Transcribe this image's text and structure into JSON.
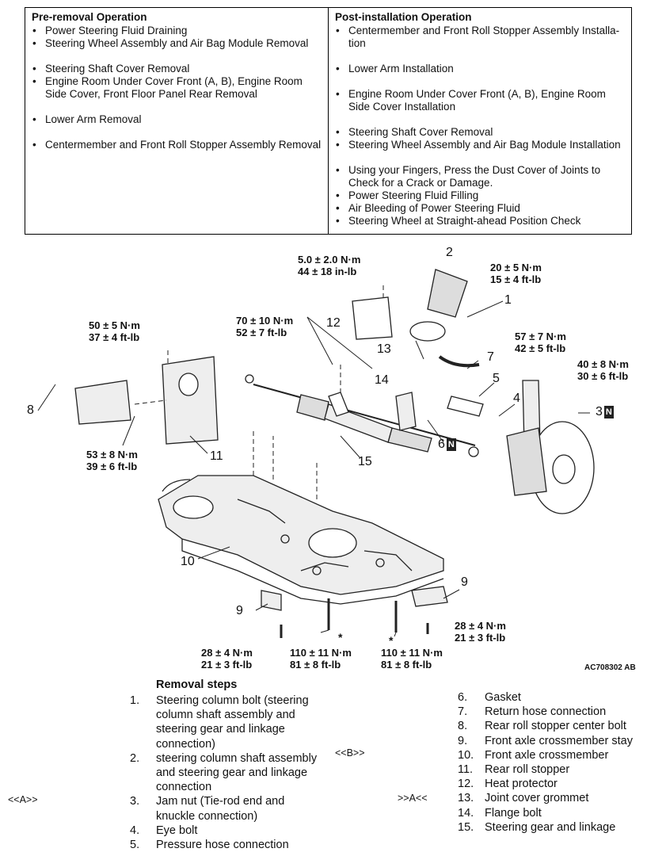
{
  "pre_removal": {
    "title": "Pre-removal Operation",
    "items": [
      "Power Steering Fluid Draining",
      "Steering Wheel Assembly and Air Bag Module Removal",
      "Steering Shaft Cover Removal",
      "Engine Room Under Cover Front (A, B), Engine Room Side Cover, Front Floor Panel Rear Removal",
      "Lower Arm Removal",
      "Centermember and Front Roll Stopper Assembly Removal"
    ]
  },
  "post_installation": {
    "title": "Post-installation Operation",
    "items": [
      "Centermember and Front Roll Stopper Assembly Installa- tion",
      "Lower Arm Installation",
      "Engine Room Under Cover Front (A, B), Engine Room Side Cover Installation",
      "Steering Shaft Cover Removal",
      "Steering Wheel Assembly and Air Bag Module Installation",
      "Using your Fingers, Press the Dust Cover of Joints to Check for a Crack or Damage.",
      "Power Steering Fluid Filling",
      "Air Bleeding of Power Steering Fluid",
      "Steering Wheel at Straight-ahead Position Check"
    ]
  },
  "diagram": {
    "torques": {
      "t_top": [
        "5.0 ± 2.0 N·m",
        "44 ± 18 in-lb"
      ],
      "t_20": [
        "20 ± 5 N·m",
        "15 ± 4 ft-lb"
      ],
      "t_70": [
        "70 ± 10 N·m",
        "52 ± 7 ft-lb"
      ],
      "t_50": [
        "50 ± 5 N·m",
        "37 ± 4 ft-lb"
      ],
      "t_57": [
        "57 ± 7 N·m",
        "42 ± 5 ft-lb"
      ],
      "t_40": [
        "40 ± 8 N·m",
        "30 ± 6 ft-lb"
      ],
      "t_53": [
        "53 ± 8 N·m",
        "39 ± 6 ft-lb"
      ],
      "t_28l": [
        "28 ± 4 N·m",
        "21 ± 3 ft-lb"
      ],
      "t_110l": [
        "110 ± 11 N·m",
        "81 ± 8 ft-lb"
      ],
      "t_110r": [
        "110 ± 11 N·m",
        "81 ± 8 ft-lb"
      ],
      "t_28r": [
        "28 ± 4 N·m",
        "21 ± 3 ft-lb"
      ]
    },
    "callouts": {
      "c1": "1",
      "c2": "2",
      "c3": "3",
      "c4": "4",
      "c5": "5",
      "c6": "6",
      "c7": "7",
      "c8": "8",
      "c9a": "9",
      "c9b": "9",
      "c10": "10",
      "c11": "11",
      "c12": "12",
      "c13": "13",
      "c14": "14",
      "c15": "15"
    },
    "n_mark": "N",
    "star": "*",
    "figure_id": "AC708302 AB"
  },
  "removal_steps": {
    "title": "Removal steps",
    "left": [
      {
        "n": "1.",
        "text": "Steering column bolt (steering column shaft assembly and steering gear and linkage connection)"
      },
      {
        "n": "2.",
        "text": "steering column shaft assembly and steering gear and linkage connection"
      },
      {
        "n": "3.",
        "text": "Jam nut (Tie-rod end and knuckle connection)"
      },
      {
        "n": "4.",
        "text": "Eye bolt"
      },
      {
        "n": "5.",
        "text": "Pressure hose connection"
      }
    ],
    "right": [
      {
        "n": "6.",
        "text": "Gasket"
      },
      {
        "n": "7.",
        "text": "Return hose connection"
      },
      {
        "n": "8.",
        "text": "Rear roll stopper center bolt"
      },
      {
        "n": "9.",
        "text": "Front axle crossmember stay"
      },
      {
        "n": "10.",
        "text": "Front axle crossmember"
      },
      {
        "n": "11.",
        "text": "Rear roll stopper"
      },
      {
        "n": "12.",
        "text": "Heat protector"
      },
      {
        "n": "13.",
        "text": "Joint cover grommet"
      },
      {
        "n": "14.",
        "text": "Flange bolt"
      },
      {
        "n": "15.",
        "text": "Steering gear and linkage"
      }
    ],
    "tags": {
      "a_left": "<<A>>",
      "b_mid": "<<B>>",
      "a_right": ">>A<<"
    }
  }
}
